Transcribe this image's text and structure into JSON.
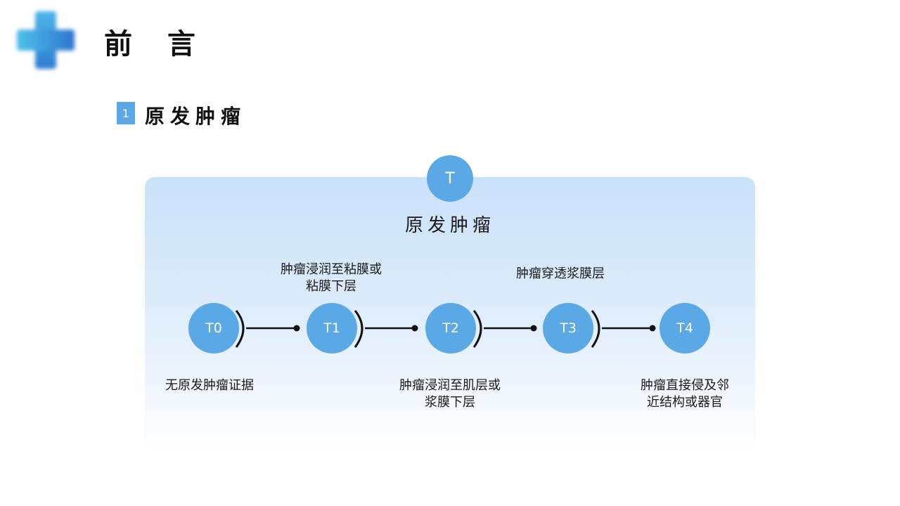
{
  "header": {
    "title": "前 言"
  },
  "section": {
    "number": "1",
    "title": "原发肿瘤"
  },
  "diagram": {
    "top_node": "T",
    "title": "原发肿瘤",
    "nodes": [
      {
        "label": "T0",
        "description": "无原发肿瘤证据"
      },
      {
        "label": "T1",
        "description": "肿瘤浸润至粘膜或\n粘膜下层"
      },
      {
        "label": "T2",
        "description": "肿瘤浸润至肌层或\n浆膜下层"
      },
      {
        "label": "T3",
        "description": "肿瘤穿透浆膜层"
      },
      {
        "label": "T4",
        "description": "肿瘤直接侵及邻\n近结构或器官"
      }
    ]
  },
  "colors": {
    "accent": "#5aa9e6",
    "panel_top": "#c9e1f9",
    "connector": "#111111"
  }
}
